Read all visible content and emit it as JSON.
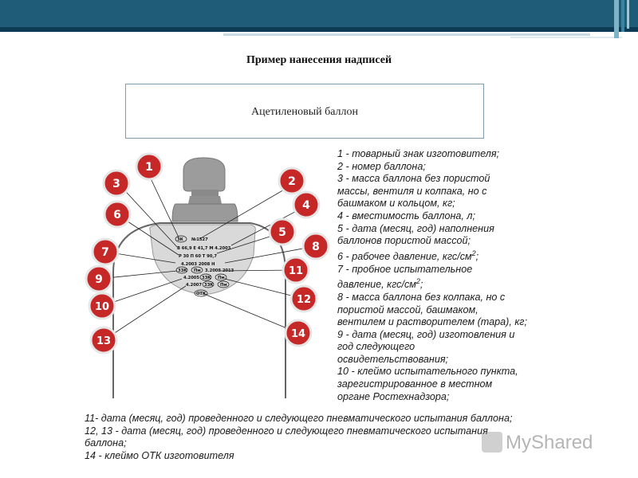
{
  "title": "Пример нанесения надписей",
  "subtitle": "Ацетиленовый баллон",
  "stamp": {
    "line1_a": "ЗК",
    "line1_b": "№1527",
    "line2": "В 66,9   Е 41,7   М 4.2003",
    "line3": "Р 30   П 60   Т 90,7",
    "line4": "4.2003 2008 Н",
    "line5_a": "3ЗК",
    "line5_b": "Пм",
    "line5_c": "3.2008 2013",
    "line6_a": "4.2005",
    "line6_b": "3ЗК",
    "line6_c": "Пм",
    "line7_a": "4.2007",
    "line7_b": "3ЗК",
    "line7_c": "Пм",
    "line8": "ОТК"
  },
  "markers": [
    "1",
    "2",
    "3",
    "4",
    "5",
    "6",
    "7",
    "8",
    "9",
    "10",
    "11",
    "12",
    "13",
    "14"
  ],
  "legend": [
    "1 - товарный знак изготовителя;",
    "2 - номер баллона;",
    "3 - масса баллона без пористой",
    "массы, вентиля и колпака, но с",
    "башмаком и кольцом, кг;",
    "4 - вместимость баллона, л;",
    "5 - дата (месяц, год) наполнения",
    "баллонов пористой массой;",
    "6 - рабочее давление, кгс/см",
    "7 - пробное испытательное",
    "давление, кгс/см",
    "8 - масса баллона без колпака, но с",
    "пористой массой, башмаком,",
    "вентилем и растворителем (тара), кг;",
    "9 - дата (месяц, год) изготовления и",
    "год следующего",
    "освидетельствования;",
    "10 - клеймо испытательного пункта,",
    "зарегистрированное в местном",
    "органе Ростехнадзора;"
  ],
  "legend_sup": {
    "line6_sup": "2",
    "line6_tail": ";",
    "line10_sup": "2",
    "line10_tail": ";"
  },
  "bottom": [
    "11- дата (месяц, год) проведенного и следующего пневматического испытания баллона;",
    "12, 13 - дата (месяц, год) проведенного и следующего пневматического испытания",
    "баллона;",
    "14 - клеймо ОТК изготовителя"
  ],
  "watermark": "MyShared",
  "colors": {
    "header": "#1f5c78",
    "marker": "#c62828",
    "marker_ring": "#e8e8e8",
    "cylinder": "#888888",
    "stamp_fill": "#d9d9d9"
  }
}
